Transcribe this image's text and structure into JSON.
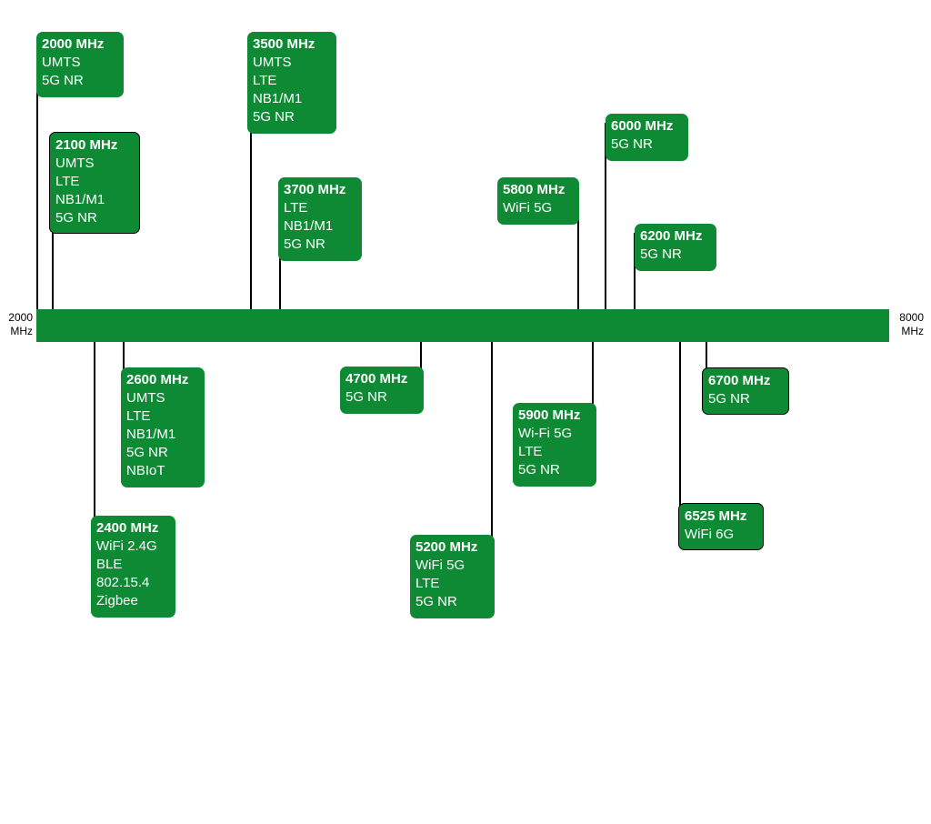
{
  "colors": {
    "band": "#0f8a34",
    "card": "#0f8a34",
    "stem": "#000000",
    "outline": "#000000"
  },
  "axis": {
    "start": {
      "value": "2000",
      "unit": "MHz"
    },
    "end": {
      "value": "8000",
      "unit": "MHz"
    }
  },
  "bands": [
    {
      "freq": "2000 MHz",
      "techs": [
        "UMTS",
        "5G NR"
      ],
      "side": "top",
      "outlined": false
    },
    {
      "freq": "2100 MHz",
      "techs": [
        "UMTS",
        "LTE",
        "NB1/M1",
        "5G NR"
      ],
      "side": "top",
      "outlined": true
    },
    {
      "freq": "3500 MHz",
      "techs": [
        "UMTS",
        "LTE",
        "NB1/M1",
        "5G NR"
      ],
      "side": "top",
      "outlined": false
    },
    {
      "freq": "3700 MHz",
      "techs": [
        "LTE",
        "NB1/M1",
        "5G NR"
      ],
      "side": "top",
      "outlined": false
    },
    {
      "freq": "5800 MHz",
      "techs": [
        "WiFi 5G"
      ],
      "side": "top",
      "outlined": false
    },
    {
      "freq": "6000 MHz",
      "techs": [
        "5G NR"
      ],
      "side": "top",
      "outlined": false
    },
    {
      "freq": "6200 MHz",
      "techs": [
        "5G NR"
      ],
      "side": "top",
      "outlined": false
    },
    {
      "freq": "2400 MHz",
      "techs": [
        "WiFi 2.4G",
        "BLE",
        "802.15.4",
        "Zigbee"
      ],
      "side": "bottom",
      "outlined": false
    },
    {
      "freq": "2600 MHz",
      "techs": [
        "UMTS",
        "LTE",
        "NB1/M1",
        "5G NR",
        "NBIoT"
      ],
      "side": "bottom",
      "outlined": false
    },
    {
      "freq": "4700 MHz",
      "techs": [
        "5G NR"
      ],
      "side": "bottom",
      "outlined": false
    },
    {
      "freq": "5200 MHz",
      "techs": [
        "WiFi 5G",
        "LTE",
        "5G NR"
      ],
      "side": "bottom",
      "outlined": false
    },
    {
      "freq": "5900 MHz",
      "techs": [
        "Wi-Fi 5G",
        "LTE",
        "5G NR"
      ],
      "side": "bottom",
      "outlined": false
    },
    {
      "freq": "6525 MHz",
      "techs": [
        "WiFi 6G"
      ],
      "side": "bottom",
      "outlined": true
    },
    {
      "freq": "6700 MHz",
      "techs": [
        "5G NR"
      ],
      "side": "bottom",
      "outlined": true
    }
  ]
}
